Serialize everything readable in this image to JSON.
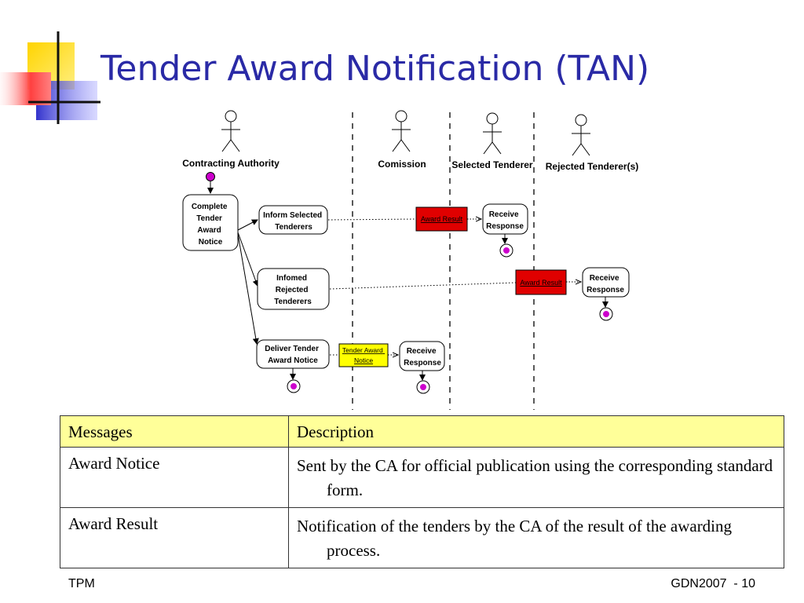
{
  "slide": {
    "title": "Tender Award Notification (TAN)",
    "footer_left": "TPM",
    "footer_right": "GDN2007  - 10"
  },
  "diagram": {
    "lanes": [
      {
        "label": "Contracting Authority"
      },
      {
        "label": "Comission"
      },
      {
        "label": "Selected Tenderer"
      },
      {
        "label": "Rejected Tenderer(s)"
      }
    ],
    "activities": {
      "complete_tender": [
        "Complete",
        "Tender",
        "Award",
        "Notice"
      ],
      "inform_selected": [
        "Inform Selected",
        "Tenderers"
      ],
      "inform_rejected": [
        "Infomed",
        "Rejected",
        "Tenderers"
      ],
      "deliver_tender": [
        "Deliver Tender",
        "Award Notice"
      ],
      "receive_selected": [
        "Receive",
        "Response"
      ],
      "receive_rejected": [
        "Receive",
        "Response"
      ],
      "receive_commission": [
        "Receive",
        "Response"
      ]
    },
    "messages": {
      "award_result_selected": [
        "Award Result"
      ],
      "award_result_rejected": [
        "Award Result"
      ],
      "tender_award_notice": [
        "Tender Award",
        "Notice"
      ]
    },
    "colors": {
      "award_result_fill": "#e00000",
      "tender_notice_fill": "#ffff00",
      "node_fill": "#cc00cc",
      "title_color": "#2a2aa6"
    }
  },
  "table": {
    "headers": [
      "Messages",
      "Description"
    ],
    "rows": [
      {
        "message": "Award Notice",
        "description": "Sent by the CA for official publication using the corresponding standard form."
      },
      {
        "message": "Award Result",
        "description": "Notification of the tenders by the CA of the result of the awarding process."
      }
    ]
  }
}
